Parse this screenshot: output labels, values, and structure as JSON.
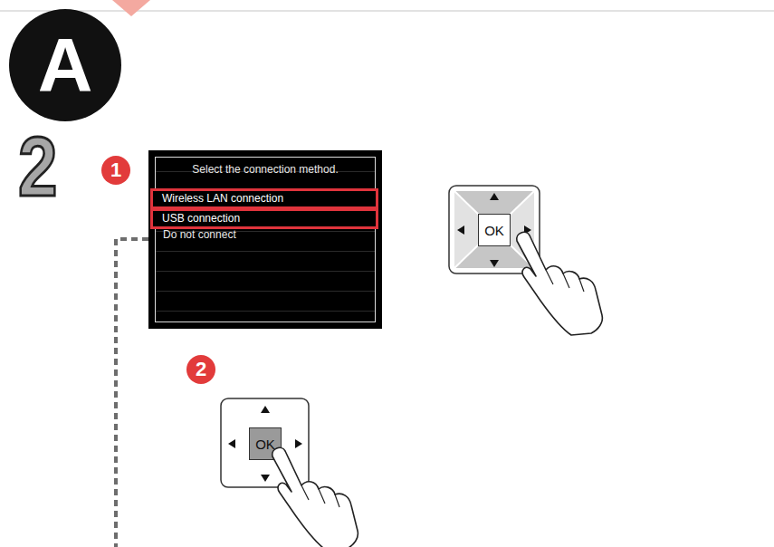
{
  "diagram": {
    "nodes": [
      {
        "text": [
          "A"
        ]
      },
      {
        "text": [
          "1"
        ]
      },
      {
        "text": [
          "Select the connection method.",
          "Do not connect"
        ]
      },
      {
        "text": [
          "Wireless LAN connection"
        ],
        "in": 2
      },
      {
        "text": [
          "USB connection"
        ],
        "in": 2
      },
      {
        "text": [
          "OK"
        ]
      },
      {
        "text": [
          "2"
        ]
      },
      {
        "text": [
          "OK"
        ]
      }
    ],
    "labels": [
      "2"
    ]
  }
}
